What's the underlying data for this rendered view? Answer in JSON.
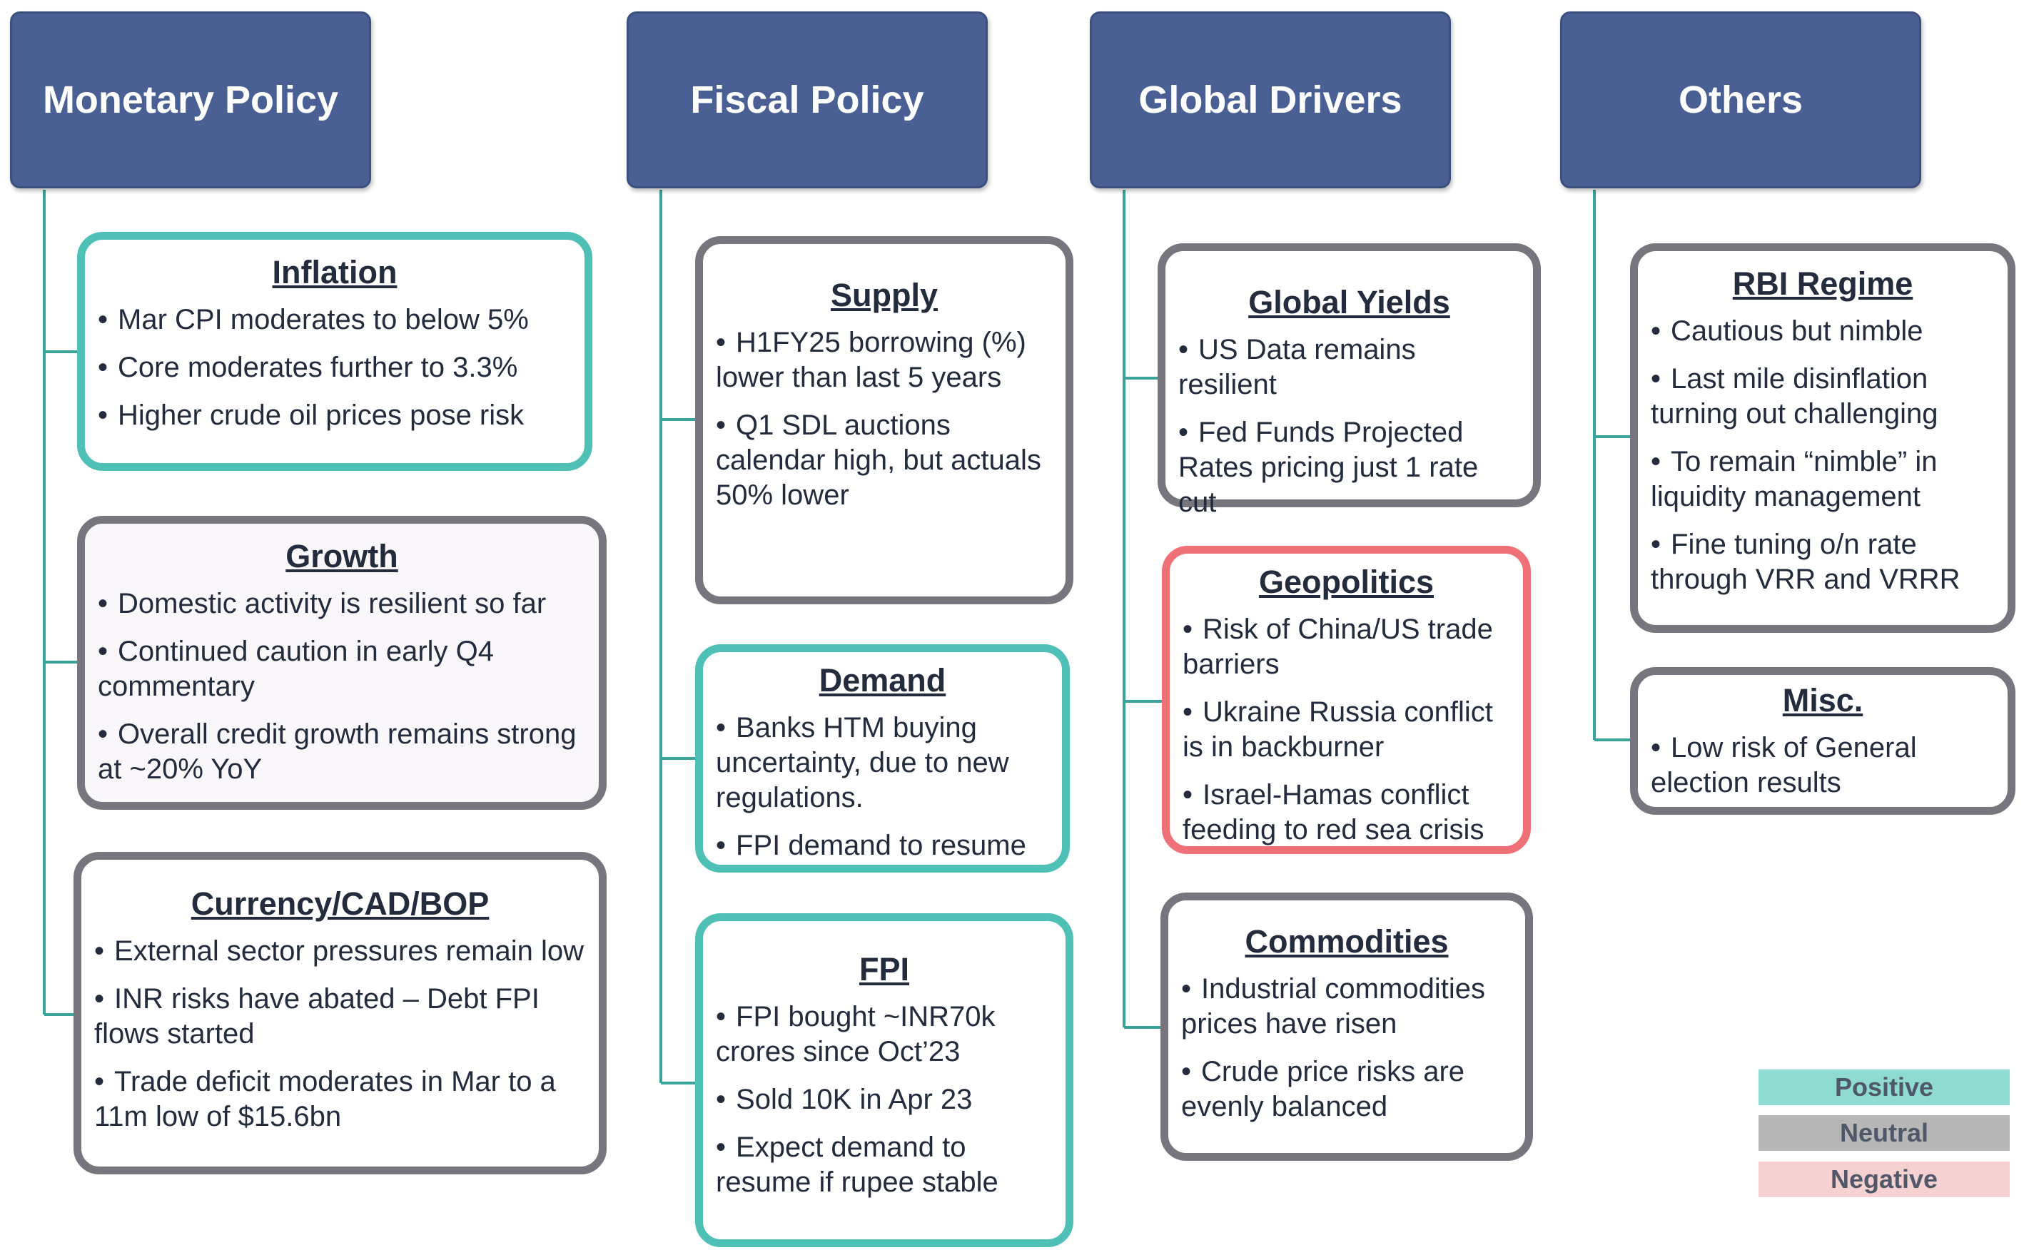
{
  "columns": [
    {
      "title": "Monetary Policy",
      "boxes": [
        {
          "title": "Inflation",
          "sentiment": "positive",
          "bullets": [
            "Mar CPI moderates to below 5%",
            "Core moderates further to 3.3%",
            "Higher crude oil prices pose risk"
          ]
        },
        {
          "title": "Growth",
          "sentiment": "neutral",
          "bullets": [
            "Domestic activity is resilient so far",
            "Continued caution in early Q4 commentary",
            "Overall credit growth remains strong at ~20% YoY"
          ]
        },
        {
          "title": "Currency/CAD/BOP",
          "sentiment": "neutral",
          "bullets": [
            "External sector pressures remain low",
            "INR risks have abated – Debt FPI flows started",
            "Trade deficit moderates in Mar to a 11m low of $15.6bn"
          ]
        }
      ]
    },
    {
      "title": "Fiscal Policy",
      "boxes": [
        {
          "title": "Supply",
          "sentiment": "neutral",
          "bullets": [
            "H1FY25 borrowing (%) lower than last 5 years",
            "Q1 SDL auctions calendar high, but actuals 50% lower"
          ]
        },
        {
          "title": "Demand",
          "sentiment": "positive",
          "bullets": [
            "Banks HTM buying uncertainty, due to new regulations.",
            "FPI demand to resume"
          ]
        },
        {
          "title": "FPI",
          "sentiment": "positive",
          "bullets": [
            "FPI bought ~INR70k crores since Oct’23",
            "Sold 10K in Apr 23",
            "Expect demand to resume if rupee stable"
          ]
        }
      ]
    },
    {
      "title": "Global Drivers",
      "boxes": [
        {
          "title": "Global Yields",
          "sentiment": "neutral",
          "bullets": [
            "US Data remains resilient",
            "Fed Funds Projected Rates pricing just 1 rate cut"
          ]
        },
        {
          "title": "Geopolitics",
          "sentiment": "negative",
          "bullets": [
            "Risk of China/US trade barriers",
            "Ukraine Russia conflict is in backburner",
            "Israel-Hamas conflict feeding to red sea crisis"
          ]
        },
        {
          "title": "Commodities",
          "sentiment": "neutral",
          "bullets": [
            "Industrial commodities prices have risen",
            "Crude price risks are evenly balanced"
          ]
        }
      ]
    },
    {
      "title": "Others",
      "boxes": [
        {
          "title": "RBI Regime",
          "sentiment": "neutral",
          "bullets": [
            "Cautious but nimble",
            "Last mile disinflation turning out challenging",
            "To remain “nimble” in liquidity management",
            "Fine tuning o/n rate through VRR and VRRR"
          ]
        },
        {
          "title": "Misc.",
          "sentiment": "neutral",
          "bullets": [
            "Low risk of General election results"
          ]
        }
      ]
    }
  ],
  "legend": [
    {
      "label": "Positive",
      "color": "#8fdbd2"
    },
    {
      "label": "Neutral",
      "color": "#b7b7b7"
    },
    {
      "label": "Negative",
      "color": "#f6d1d1"
    }
  ],
  "colors": {
    "header_bg": "#4a5f94",
    "positive_border": "#4fc0b6",
    "neutral_border": "#77767e",
    "negative_border": "#f07077",
    "connector": "#3aa39a"
  }
}
